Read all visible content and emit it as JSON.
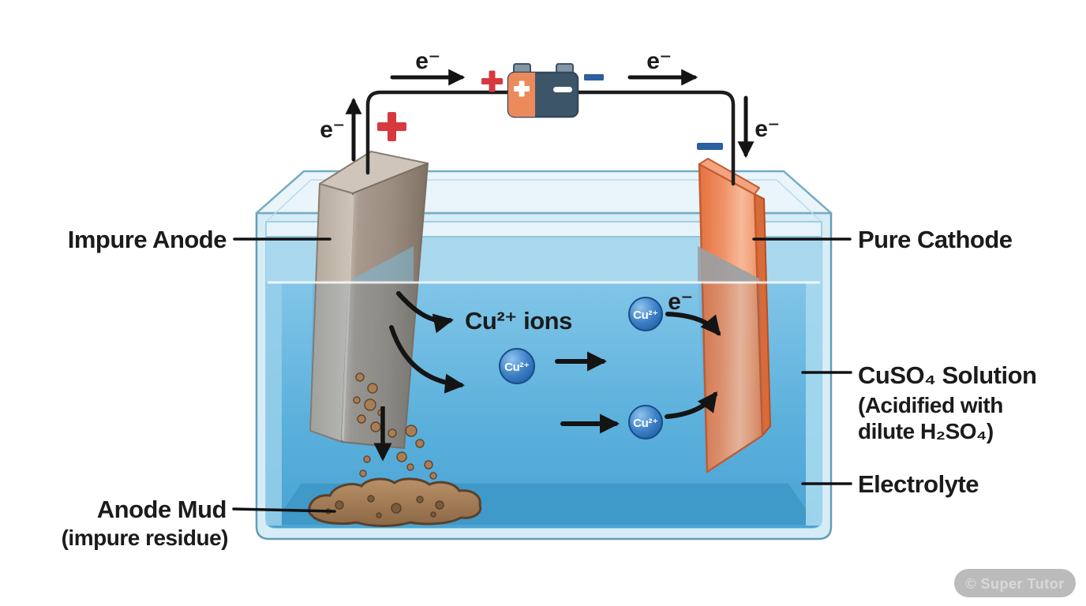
{
  "circuit": {
    "electron_labels": {
      "top_left": "e⁻",
      "top_right": "e⁻",
      "anode_wire": "e⁻",
      "cathode_wire": "e⁻"
    },
    "battery": {
      "positive_symbol": "+",
      "negative_symbol": "−",
      "anode_polarity": "+",
      "cathode_polarity": "−"
    }
  },
  "cell": {
    "labels": {
      "impure_anode": "Impure Anode",
      "pure_cathode": "Pure Cathode",
      "solution_line1": "CuSO₄ Solution",
      "solution_line2": "(Acidified with",
      "solution_line3": "dilute H₂SO₄)",
      "electrolyte": "Electrolyte",
      "anode_mud_line1": "Anode Mud",
      "anode_mud_line2": "(impure residue)",
      "cu_ions_annotation": "Cu²⁺ ions",
      "electron_near_cathode": "e⁻"
    },
    "ions": [
      {
        "label": "Cu²⁺"
      },
      {
        "label": "Cu²⁺"
      },
      {
        "label": "Cu²⁺"
      }
    ]
  },
  "watermark": "© Super Tutor",
  "colors": {
    "positive_red": "#d6393e",
    "negative_blue": "#2b5f9e",
    "wire_black": "#1c1c1c",
    "anode_taupe": "#9a8c7f",
    "cathode_copper": "#ee8a64",
    "electrolyte_blue": "#56aedd",
    "glass_blue": "#d6ecf7",
    "ion_blue": "#2a6ab2",
    "mud_brown": "#a5795a"
  }
}
